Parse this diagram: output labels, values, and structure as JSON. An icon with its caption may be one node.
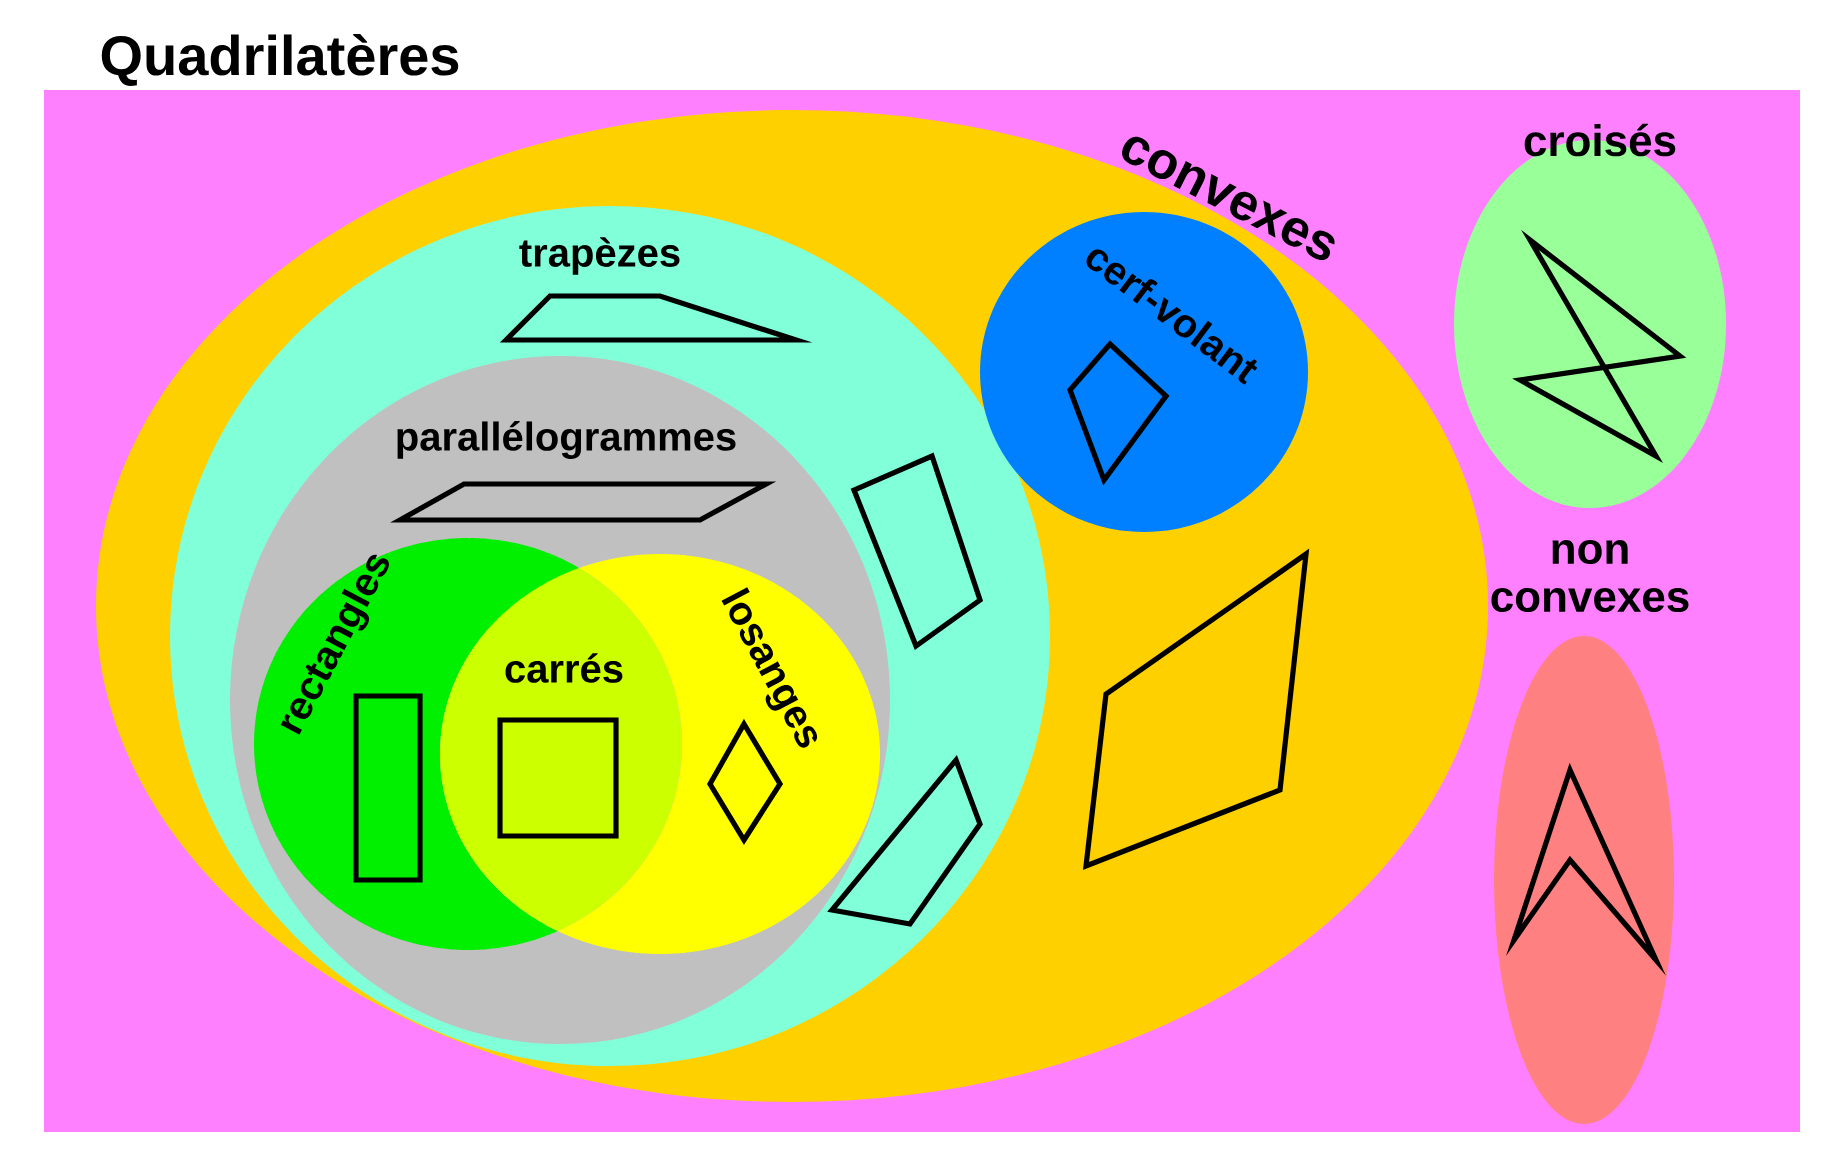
{
  "diagram": {
    "nodes": [
      {
        "text": [
          "Quadrilatères"
        ]
      },
      {
        "text": [
          "convexes"
        ],
        "in": 0
      },
      {
        "text": [
          "trapèzes"
        ],
        "in": 1
      },
      {
        "text": [
          "parallélogrammes"
        ],
        "in": 2
      },
      {
        "text": [
          "rectangles"
        ],
        "in": 3
      },
      {
        "text": [
          "carrés"
        ],
        "in": 3
      },
      {
        "text": [
          "losanges"
        ],
        "in": 3
      },
      {
        "text": [
          "cerf-volant"
        ],
        "in": 1
      },
      {
        "text": [
          "croisés"
        ],
        "in": 0
      },
      {
        "text": [
          "non convexes"
        ],
        "in": 0
      }
    ]
  }
}
